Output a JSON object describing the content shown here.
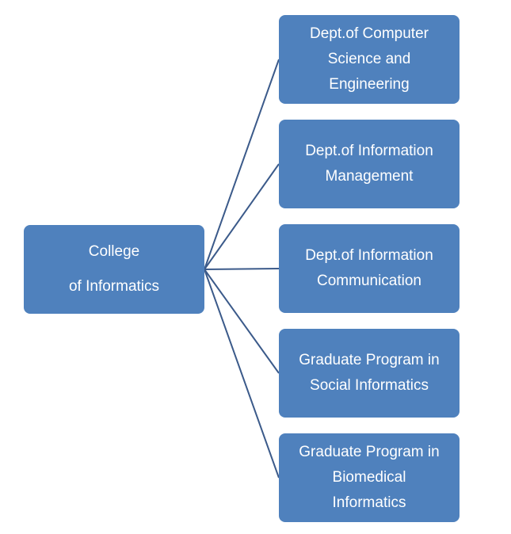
{
  "root": {
    "lines": [
      "College",
      "of Informatics"
    ]
  },
  "children": [
    {
      "lines": [
        "Dept.of Computer",
        "Science and",
        "Engineering"
      ]
    },
    {
      "lines": [
        "Dept.of Information",
        "Management"
      ]
    },
    {
      "lines": [
        "Dept.of Information",
        "Communication"
      ]
    },
    {
      "lines": [
        "Graduate Program in",
        "Social Informatics"
      ]
    },
    {
      "lines": [
        "Graduate Program in",
        "Biomedical",
        "Informatics"
      ]
    }
  ],
  "colors": {
    "node_fill": "#4f81bd",
    "connector": "#3b5a8a",
    "text": "#ffffff"
  }
}
